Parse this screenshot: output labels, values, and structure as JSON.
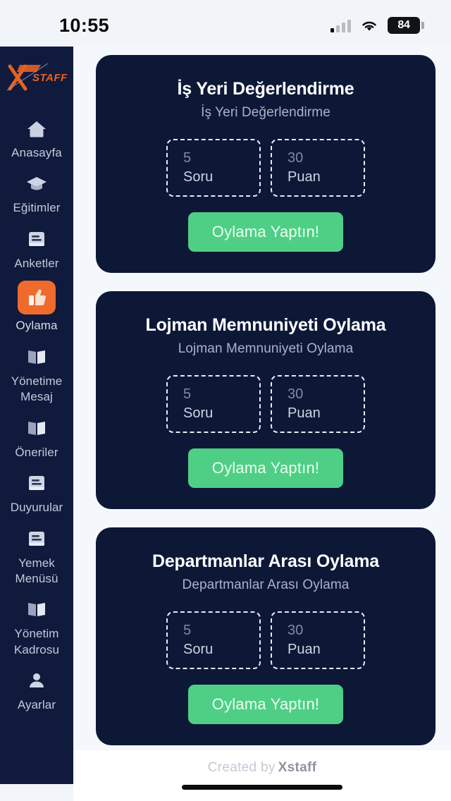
{
  "status_bar": {
    "time": "10:55",
    "battery_level": "84",
    "signal_icon": "cellular-bars-icon",
    "wifi_icon": "wifi-icon",
    "battery_icon": "battery-icon"
  },
  "sidebar": {
    "logo_text": "XSTAFF",
    "accent_color": "#ee6a2d",
    "background_color": "#101a3c",
    "items": [
      {
        "label": "Anasayfa",
        "icon": "home-icon",
        "active": false
      },
      {
        "label": "Eğitimler",
        "icon": "graduation-cap-icon",
        "active": false
      },
      {
        "label": "Anketler",
        "icon": "survey-icon",
        "active": false
      },
      {
        "label": "Oylama",
        "icon": "thumbs-up-icon",
        "active": true
      },
      {
        "label": "Yönetime Mesaj",
        "icon": "book-icon",
        "active": false
      },
      {
        "label": "Öneriler",
        "icon": "book-icon",
        "active": false
      },
      {
        "label": "Duyurular",
        "icon": "announcement-icon",
        "active": false
      },
      {
        "label": "Yemek Menüsü",
        "icon": "menu-card-icon",
        "active": false
      },
      {
        "label": "Yönetim Kadrosu",
        "icon": "book-icon",
        "active": false
      },
      {
        "label": "Ayarlar",
        "icon": "person-icon",
        "active": false
      }
    ]
  },
  "main": {
    "card_background_color": "#0d1837",
    "button_color": "#4fcf85",
    "cards": [
      {
        "title": "İş Yeri Değerlendirme",
        "subtitle": "İş Yeri Değerlendirme",
        "questions_value": "5",
        "questions_label": "Soru",
        "points_value": "30",
        "points_label": "Puan",
        "button_label": "Oylama Yaptın!"
      },
      {
        "title": "Lojman Memnuniyeti Oylama",
        "subtitle": "Lojman Memnuniyeti Oylama",
        "questions_value": "5",
        "questions_label": "Soru",
        "points_value": "30",
        "points_label": "Puan",
        "button_label": "Oylama Yaptın!"
      },
      {
        "title": "Departmanlar Arası Oylama",
        "subtitle": "Departmanlar Arası Oylama",
        "questions_value": "5",
        "questions_label": "Soru",
        "points_value": "30",
        "points_label": "Puan",
        "button_label": "Oylama Yaptın!"
      }
    ]
  },
  "footer": {
    "created_by": "Created by",
    "brand": "Xstaff"
  }
}
